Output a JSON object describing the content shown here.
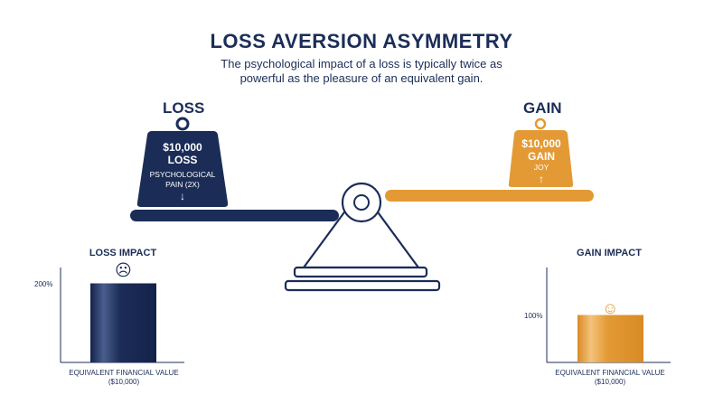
{
  "header": {
    "title": "LOSS AVERSION ASYMMETRY",
    "subtitle": "The psychological impact of a loss is typically twice as powerful as the pleasure of an equivalent gain."
  },
  "loss_side": {
    "label": "LOSS",
    "weight_amount": "$10,000",
    "weight_kind": "LOSS",
    "weight_note": "PSYCHOLOGICAL PAIN (2X)",
    "arrow": "↓"
  },
  "gain_side": {
    "label": "GAIN",
    "weight_amount": "$10,000",
    "weight_kind": "GAIN",
    "weight_note": "JOY",
    "arrow": "↑"
  },
  "colors": {
    "navy": "#1b2d57",
    "orange": "#e39a35",
    "white": "#ffffff"
  },
  "chart_data": [
    {
      "type": "bar",
      "title": "LOSS IMPACT",
      "face": "☹",
      "categories": [
        "EQUIVALENT FINANCIAL VALUE ($10,000)"
      ],
      "values": [
        200
      ],
      "value_label": "200%",
      "ylim": [
        0,
        240
      ],
      "color": "#1b2d57"
    },
    {
      "type": "bar",
      "title": "GAIN IMPACT",
      "face": "☺",
      "categories": [
        "EQUIVALENT FINANCIAL VALUE ($10,000)"
      ],
      "values": [
        100
      ],
      "value_label": "100%",
      "ylim": [
        0,
        200
      ],
      "color": "#e39a35"
    }
  ]
}
